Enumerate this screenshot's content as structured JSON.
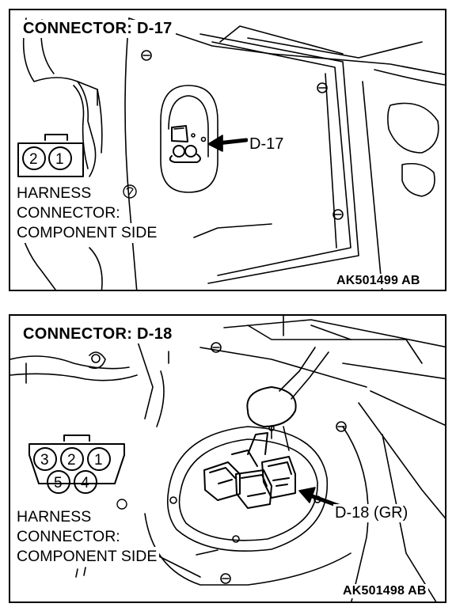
{
  "panels": [
    {
      "title": "CONNECTOR: D-17",
      "callout": "D-17",
      "harness_lines": [
        "HARNESS",
        "CONNECTOR:",
        "COMPONENT SIDE"
      ],
      "code": "AK501499 AB",
      "pins": [
        "2",
        "1"
      ]
    },
    {
      "title": "CONNECTOR: D-18",
      "callout": "D-18 (GR)",
      "harness_lines": [
        "HARNESS",
        "CONNECTOR:",
        "COMPONENT SIDE"
      ],
      "code": "AK501498 AB",
      "pins_top": [
        "3",
        "2",
        "1"
      ],
      "pins_bottom": [
        "5",
        "4"
      ]
    }
  ],
  "colors": {
    "line": "#000000",
    "background": "#ffffff"
  }
}
